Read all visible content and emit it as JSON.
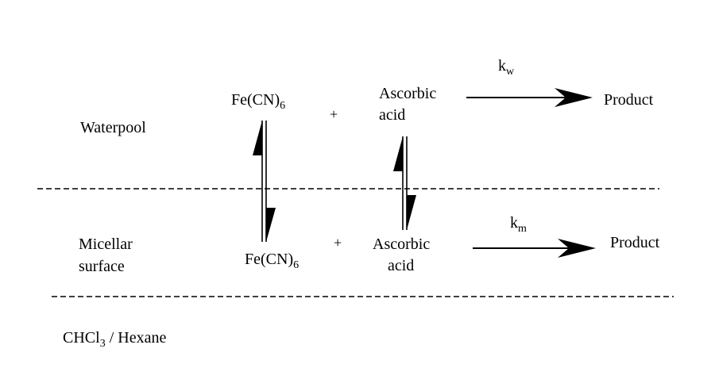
{
  "regions": {
    "waterpool": "Waterpool",
    "micellar_line1": "Micellar",
    "micellar_line2": "surface",
    "solvent_main": "CHCl",
    "solvent_sub": "3",
    "solvent_rest": " / Hexane"
  },
  "water_phase": {
    "reactant1_main": "Fe(CN)",
    "reactant1_sub": "6",
    "plus": "+",
    "reactant2_line1": "Ascorbic",
    "reactant2_line2": "acid",
    "rate_main": "k",
    "rate_sub": "w",
    "product": "Product"
  },
  "micellar_phase": {
    "reactant1_main": "Fe(CN)",
    "reactant1_sub": "6",
    "plus": "+",
    "reactant2_line1": "Ascorbic",
    "reactant2_line2": "acid",
    "rate_main": "k",
    "rate_sub": "m",
    "product": "Product"
  },
  "colors": {
    "ink": "#000000",
    "background": "#ffffff"
  }
}
